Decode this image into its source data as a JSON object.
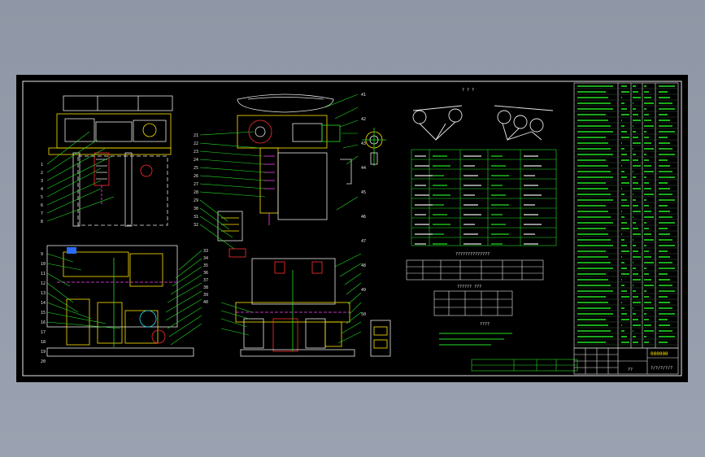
{
  "title_block": {
    "drawing_no": "000000",
    "scale_text": "?/?/?/?/?",
    "small_mark": "??"
  },
  "tables": {
    "main_table_header": "?   ?   ?",
    "table2_title": "??????????????",
    "table3_title": "??????  ???",
    "notes_title": "????"
  },
  "labels": {
    "part_numbers_left": [
      "1",
      "2",
      "3",
      "4",
      "5",
      "6",
      "7",
      "8",
      "9",
      "10",
      "11",
      "12",
      "13",
      "14",
      "15",
      "16",
      "17",
      "18",
      "19",
      "20"
    ],
    "part_numbers_mid": [
      "21",
      "22",
      "23",
      "24",
      "25",
      "26",
      "27",
      "28",
      "29",
      "30",
      "31",
      "32",
      "33",
      "34",
      "35",
      "36",
      "37",
      "38",
      "39",
      "40"
    ],
    "part_numbers_right": [
      "41",
      "42",
      "43",
      "44",
      "45",
      "46",
      "47",
      "48",
      "49",
      "50"
    ]
  },
  "colors": {
    "background": "#9aa2b1",
    "sheet": "#000000",
    "border": "#e8e8e8",
    "accent_green": "#22e022",
    "accent_red": "#ff3030",
    "accent_yellow": "#ffe400",
    "accent_magenta": "#ff44ff",
    "accent_cyan": "#22d6ff",
    "accent_blue": "#2b6bff"
  }
}
